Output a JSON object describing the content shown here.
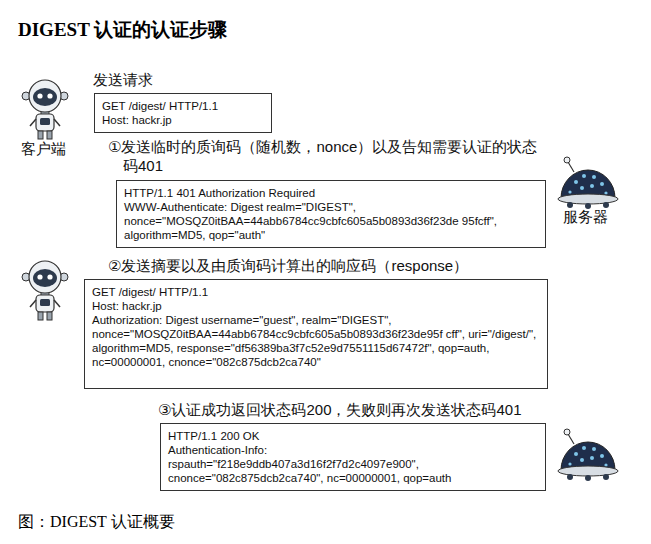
{
  "diagram": {
    "title": "DIGEST 认证的认证步骤",
    "caption": "图：DIGEST 认证概要",
    "nodes": [
      {
        "text": [
          "GET /digest/ HTTP/1.1",
          "Host: hackr.jp"
        ]
      },
      {
        "text": [
          "HTTP/1.1 401 Authorization Required",
          "WWW-Authenticate: Digest realm=\"DIGEST\", nonce=\"MOSQZ0itBAA=44abb6784cc9cbfc605a5b0893d36f23de 95fcff\", algorithm=MD5, qop=\"auth\""
        ]
      },
      {
        "text": [
          "GET /digest/ HTTP/1.1",
          "Host: hackr.jp",
          "Authorization: Digest username=\"guest\", realm=\"DIGEST\", nonce=\"MOSQZ0itBAA=44abb6784cc9cbfc605a5b0893d36f23de95f cff\", uri=\"/digest/\", algorithm=MD5, response=\"df56389ba3f7c52e9d7551115d67472f\", qop=auth, nc=00000001, cnonce=\"082c875dcb2ca740\""
        ]
      },
      {
        "text": [
          "HTTP/1.1 200 OK",
          "Authentication-Info:",
          "rspauth=\"f218e9ddb407a3d16f2f7d2c4097e900\", cnonce=\"082c875dcb2ca740\", nc=00000001, qop=auth"
        ]
      }
    ],
    "labels": [
      "发送请求",
      "客户端",
      "①发送临时的质询码（随机数，nonce）以及告知需要认证的状态码401",
      "服务器",
      "②发送摘要以及由质询码计算出的响应码（response）",
      "③认证成功返回状态码200，失败则再次发送状态码401"
    ]
  }
}
